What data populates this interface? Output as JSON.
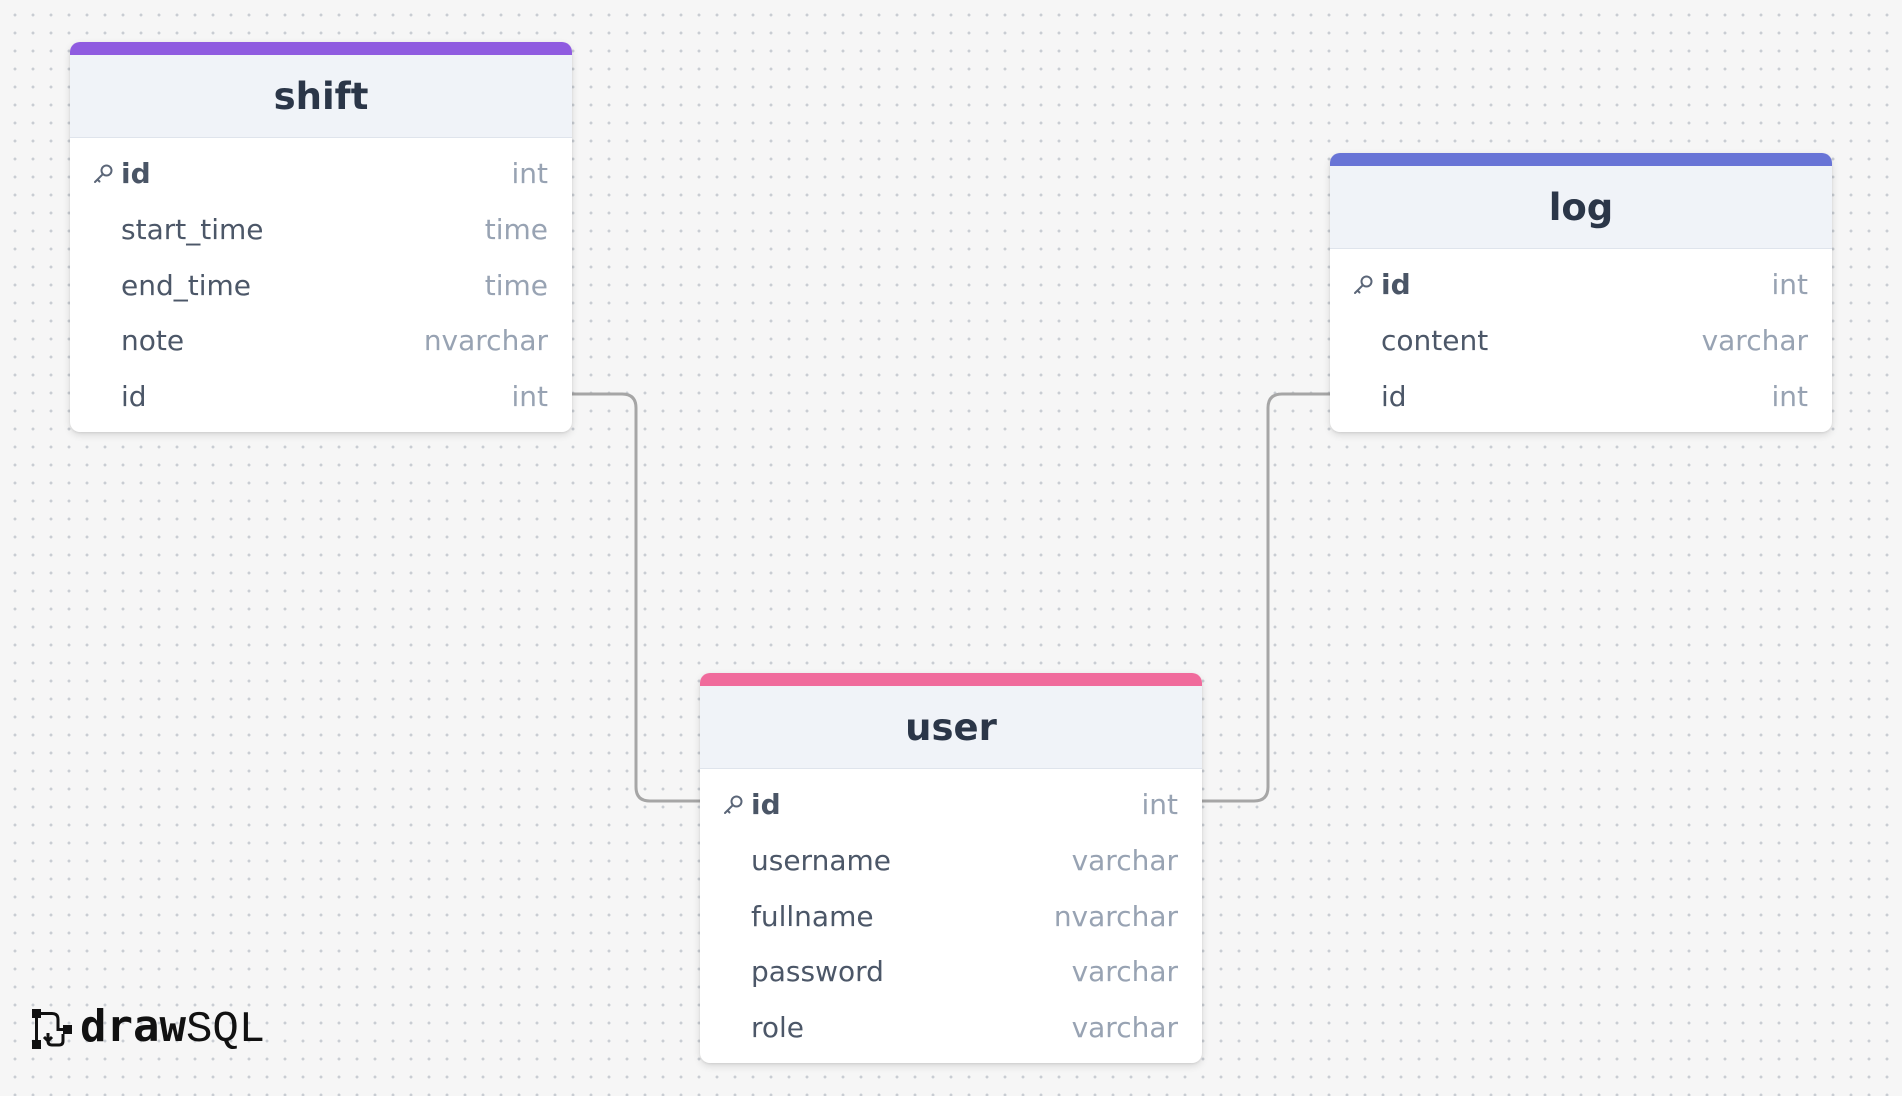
{
  "tables": [
    {
      "title": "shift",
      "accent_color": "#8f5be0",
      "columns": [
        {
          "name": "id",
          "type": "int",
          "primary_key": true
        },
        {
          "name": "start_time",
          "type": "time",
          "primary_key": false
        },
        {
          "name": "end_time",
          "type": "time",
          "primary_key": false
        },
        {
          "name": "note",
          "type": "nvarchar",
          "primary_key": false
        },
        {
          "name": "id",
          "type": "int",
          "primary_key": false
        }
      ]
    },
    {
      "title": "log",
      "accent_color": "#6874d6",
      "columns": [
        {
          "name": "id",
          "type": "int",
          "primary_key": true
        },
        {
          "name": "content",
          "type": "varchar",
          "primary_key": false
        },
        {
          "name": "id",
          "type": "int",
          "primary_key": false
        }
      ]
    },
    {
      "title": "user",
      "accent_color": "#f06b9c",
      "columns": [
        {
          "name": "id",
          "type": "int",
          "primary_key": true
        },
        {
          "name": "username",
          "type": "varchar",
          "primary_key": false
        },
        {
          "name": "fullname",
          "type": "nvarchar",
          "primary_key": false
        },
        {
          "name": "password",
          "type": "varchar",
          "primary_key": false
        },
        {
          "name": "role",
          "type": "varchar",
          "primary_key": false
        }
      ]
    }
  ],
  "relationships": [
    {
      "from": "shift.id",
      "to": "user.id"
    },
    {
      "from": "log.id",
      "to": "user.id"
    }
  ],
  "brand": {
    "bold": "draw",
    "light": "SQL"
  },
  "icons": {
    "primary_key": "key-icon",
    "logo": "drawsql-logo-icon"
  },
  "colors": {
    "connector": "#a6a6a6",
    "header_bg": "#f0f3f8"
  }
}
